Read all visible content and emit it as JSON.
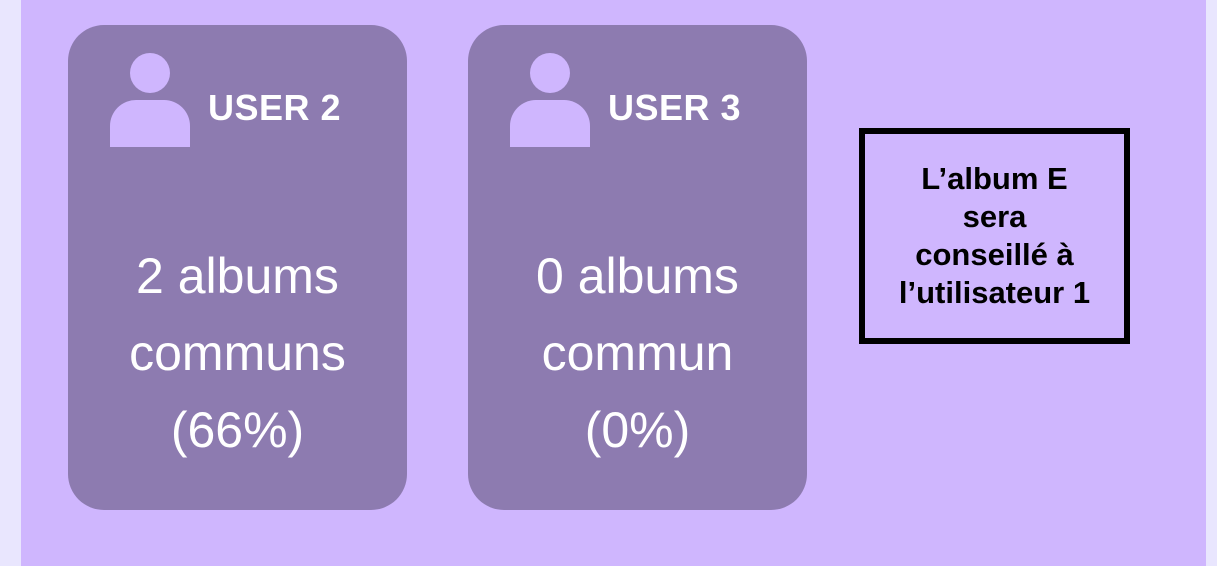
{
  "colors": {
    "outer_background": "#e9e6fe",
    "panel_background": "#cfb6fe",
    "card_background": "#8d7bb0",
    "avatar": "#cfb6fe",
    "card_text": "#ffffff",
    "result_border": "#000000"
  },
  "cards": [
    {
      "icon": "user-icon",
      "user_label": "USER 2",
      "stat_lines": [
        "2 albums",
        "communs",
        "(66%)"
      ]
    },
    {
      "icon": "user-icon",
      "user_label": "USER 3",
      "stat_lines": [
        "0 albums",
        "commun",
        "(0%)"
      ]
    }
  ],
  "result": {
    "lines": [
      "L’album E",
      "sera",
      "conseillé à",
      "l’utilisateur 1"
    ]
  }
}
